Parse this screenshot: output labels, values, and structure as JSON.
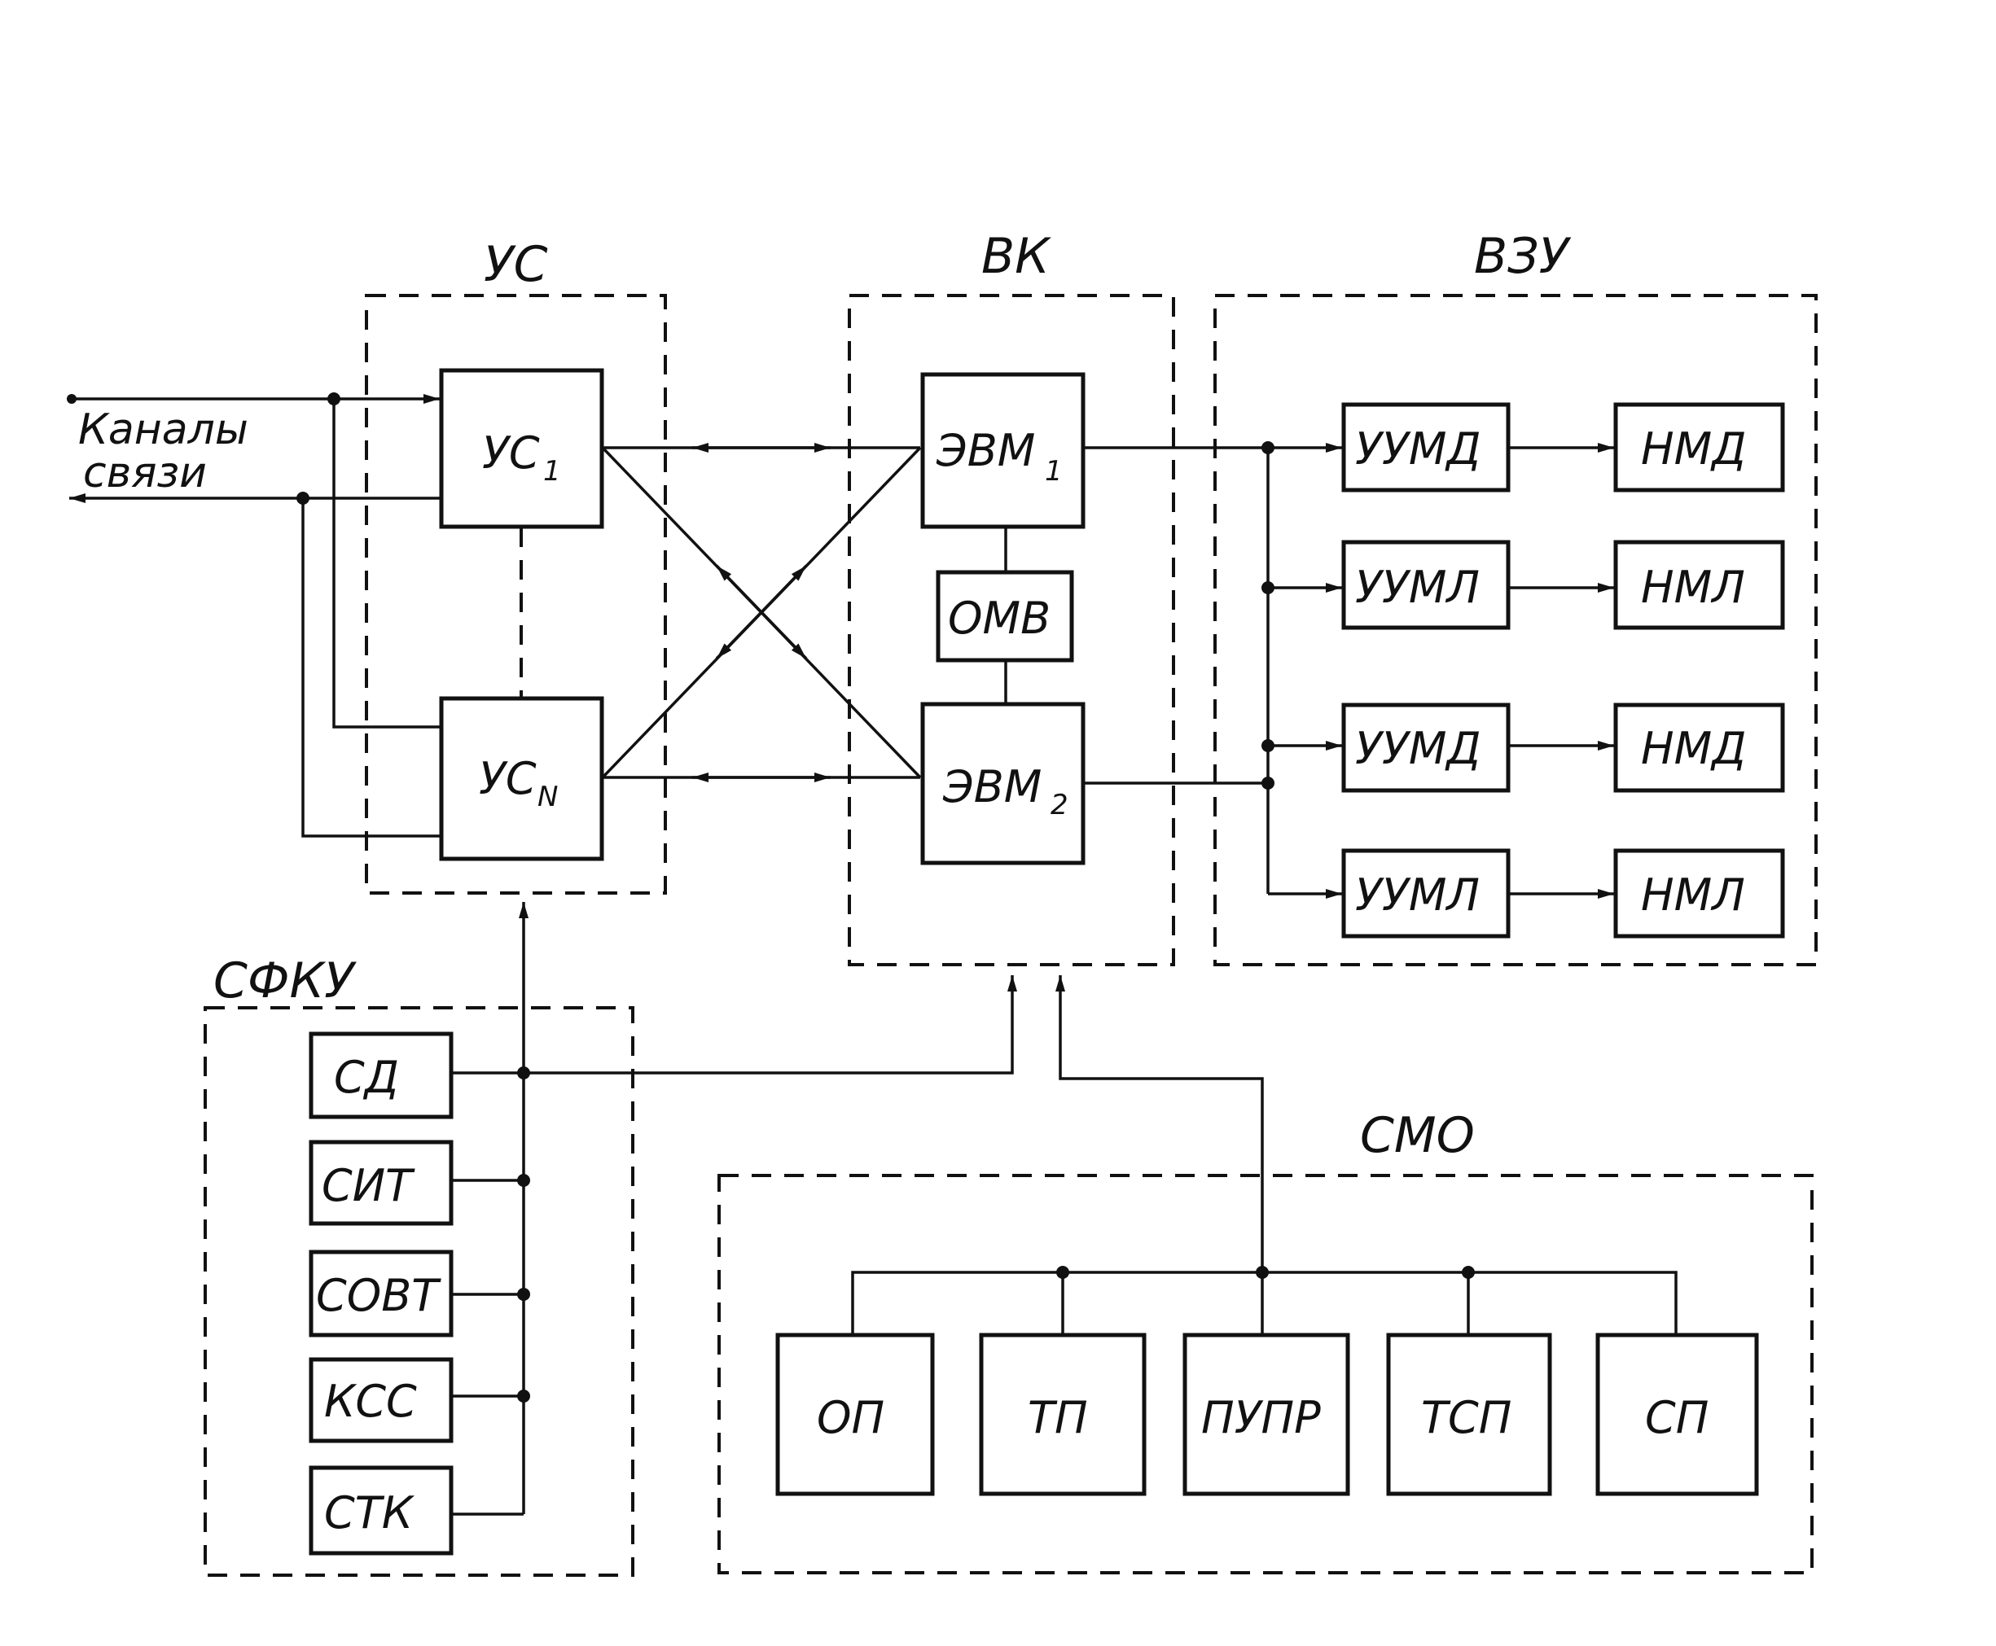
{
  "groups": {
    "us": "УС",
    "vk": "ВК",
    "vzu": "ВЗУ",
    "sfku": "СФКУ",
    "smo": "СМО"
  },
  "input": {
    "line1": "Каналы",
    "line2": "связи"
  },
  "us_blocks": {
    "us1": {
      "main": "УС",
      "sub": "1"
    },
    "usn": {
      "main": "УС",
      "sub": "N"
    }
  },
  "vk_blocks": {
    "evm1": {
      "main": "ЭВМ",
      "sub": "1"
    },
    "omv": "ОМВ",
    "evm2": {
      "main": "ЭВМ",
      "sub": "2"
    }
  },
  "vzu_rows": [
    {
      "ctrl": "УУМД",
      "drive": "НМД"
    },
    {
      "ctrl": "УУМЛ",
      "drive": "НМЛ"
    },
    {
      "ctrl": "УУМД",
      "drive": "НМД"
    },
    {
      "ctrl": "УУМЛ",
      "drive": "НМЛ"
    }
  ],
  "sfku_blocks": [
    "СД",
    "СИТ",
    "СОВТ",
    "КСС",
    "СТК"
  ],
  "smo_blocks": [
    "ОП",
    "ТП",
    "ПУПР",
    "ТСП",
    "СП"
  ]
}
